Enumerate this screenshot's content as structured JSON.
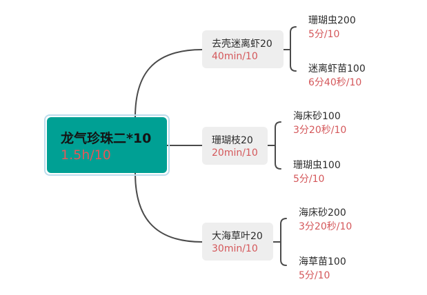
{
  "mindmap": {
    "root": {
      "title": "龙气珍珠二*10",
      "time": "1.5h/10"
    },
    "branches": [
      {
        "title": "去壳迷离虾20",
        "time": "40min/10",
        "children": [
          {
            "title": "珊瑚虫200",
            "time": "5分/10"
          },
          {
            "title": "迷离虾苗100",
            "time": "6分40秒/10"
          }
        ]
      },
      {
        "title": "珊瑚枝20",
        "time": "20min/10",
        "children": [
          {
            "title": "海床砂100",
            "time": "3分20秒/10"
          },
          {
            "title": "珊瑚虫100",
            "time": "5分/10"
          }
        ]
      },
      {
        "title": "大海草叶20",
        "time": "30min/10",
        "children": [
          {
            "title": "海床砂200",
            "time": "3分20秒/10"
          },
          {
            "title": "海草苗100",
            "time": "5分/10"
          }
        ]
      }
    ],
    "colors": {
      "root_fill": "#00a094",
      "root_outline": "#bcdcec",
      "root_time_text": "#e4585a",
      "branch_fill": "#eeeeee",
      "time_text": "#d4575a",
      "label_text": "#2a2a2a",
      "connector": "#4a4a4a"
    }
  }
}
